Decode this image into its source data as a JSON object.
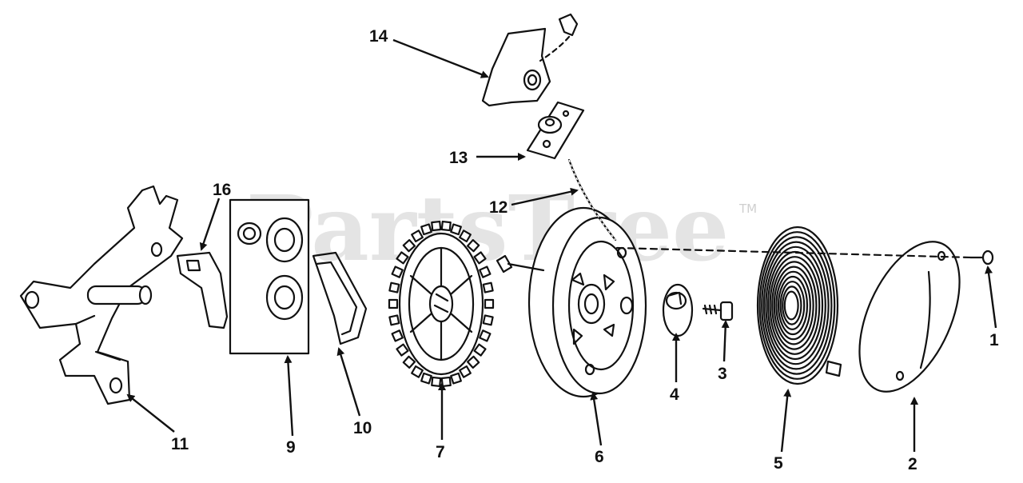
{
  "watermark": {
    "text": "PartsTree",
    "trademark": "TM"
  },
  "callouts": [
    "1",
    "2",
    "3",
    "4",
    "5",
    "6",
    "7",
    "9",
    "10",
    "11",
    "12",
    "13",
    "14",
    "16"
  ],
  "colors": {
    "ink": "#111111",
    "watermark": "#cfcfcf",
    "background": "#ffffff"
  }
}
